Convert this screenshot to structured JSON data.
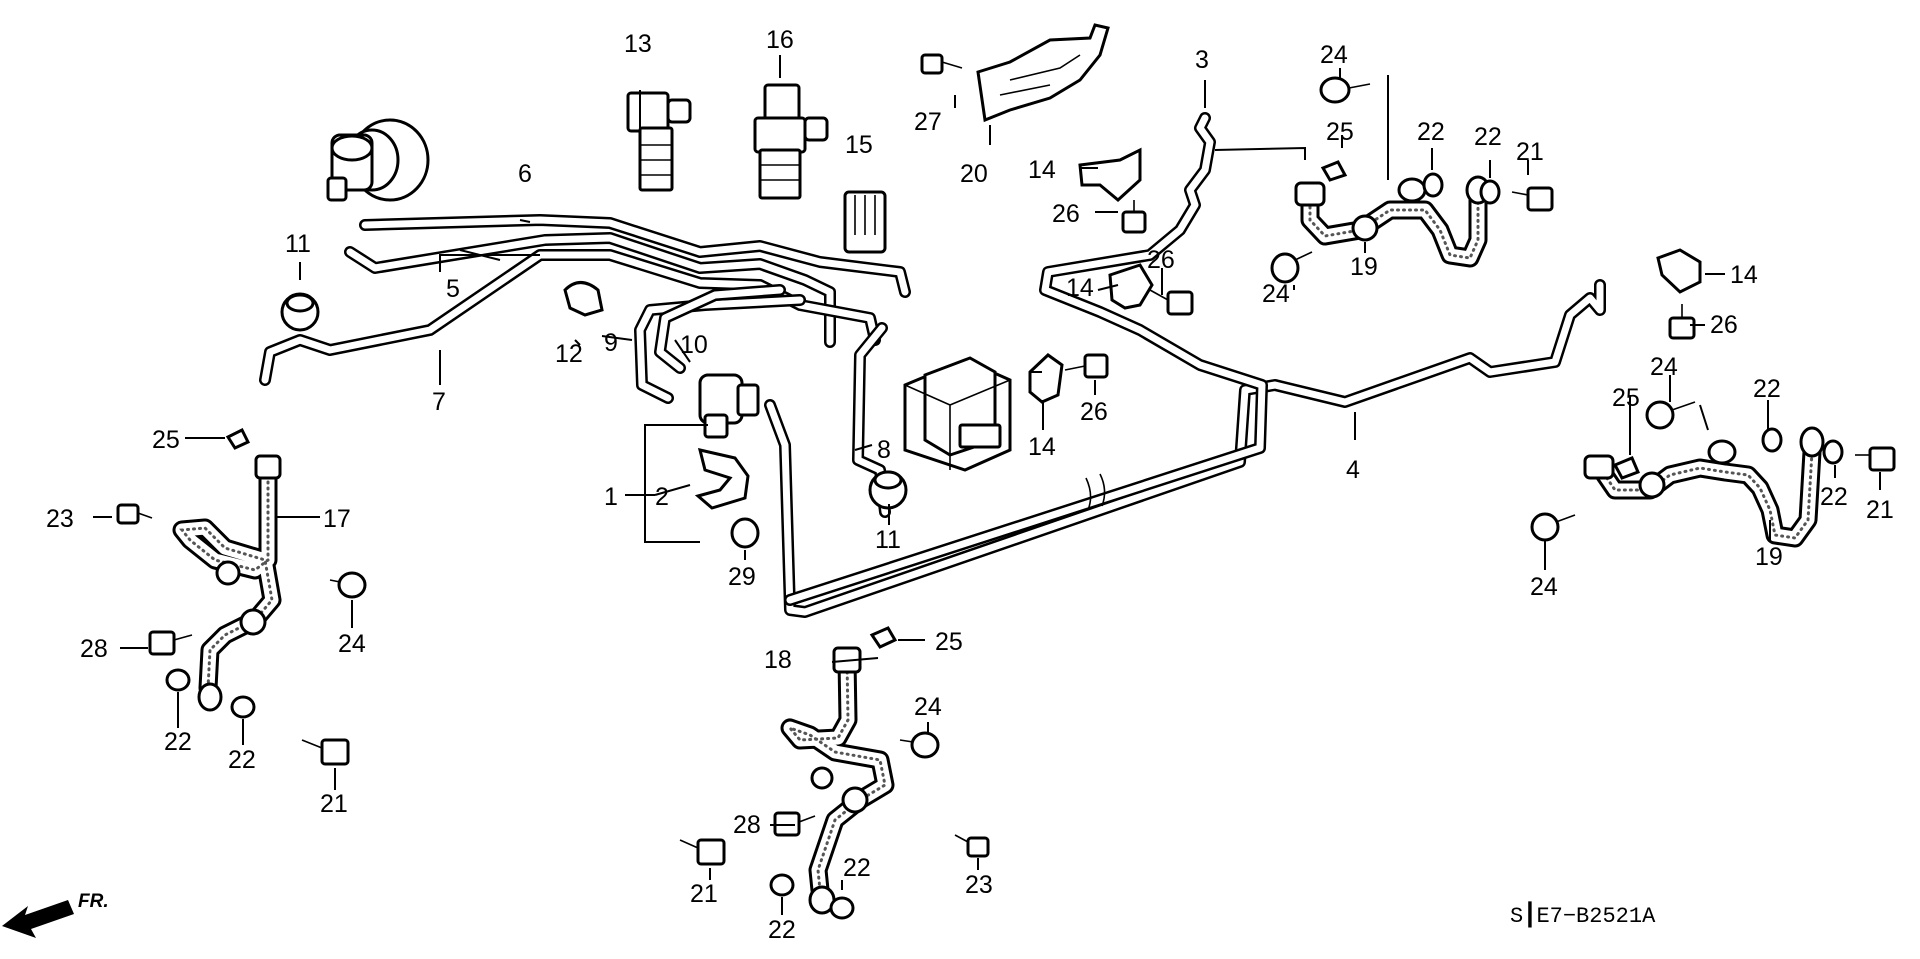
{
  "diagram": {
    "reference_code": "S┃E7−B2521A",
    "direction_label": "FR.",
    "callouts": {
      "c1": "1",
      "c2": "2",
      "c3": "3",
      "c4": "4",
      "c5": "5",
      "c6": "6",
      "c7": "7",
      "c8": "8",
      "c9": "9",
      "c10": "10",
      "c11a": "11",
      "c11b": "11",
      "c12": "12",
      "c13": "13",
      "c14a": "14",
      "c14b": "14",
      "c14c": "14",
      "c14d": "14",
      "c15": "15",
      "c16": "16",
      "c17": "17",
      "c18": "18",
      "c19a": "19",
      "c19b": "19",
      "c20": "20",
      "c21a": "21",
      "c21b": "21",
      "c21c": "21",
      "c21d": "21",
      "c22a": "22",
      "c22b": "22",
      "c22c": "22",
      "c22d": "22",
      "c22e": "22",
      "c22f": "22",
      "c22g": "22",
      "c22h": "22",
      "c23a": "23",
      "c23b": "23",
      "c24a": "24",
      "c24b": "24",
      "c24c": "24",
      "c24d": "24",
      "c24e": "24",
      "c24f": "24",
      "c25a": "25",
      "c25b": "25",
      "c25c": "25",
      "c25d": "25",
      "c26a": "26",
      "c26b": "26",
      "c26c": "26",
      "c26d": "26",
      "c27": "27",
      "c28a": "28",
      "c28b": "28",
      "c29": "29"
    }
  }
}
